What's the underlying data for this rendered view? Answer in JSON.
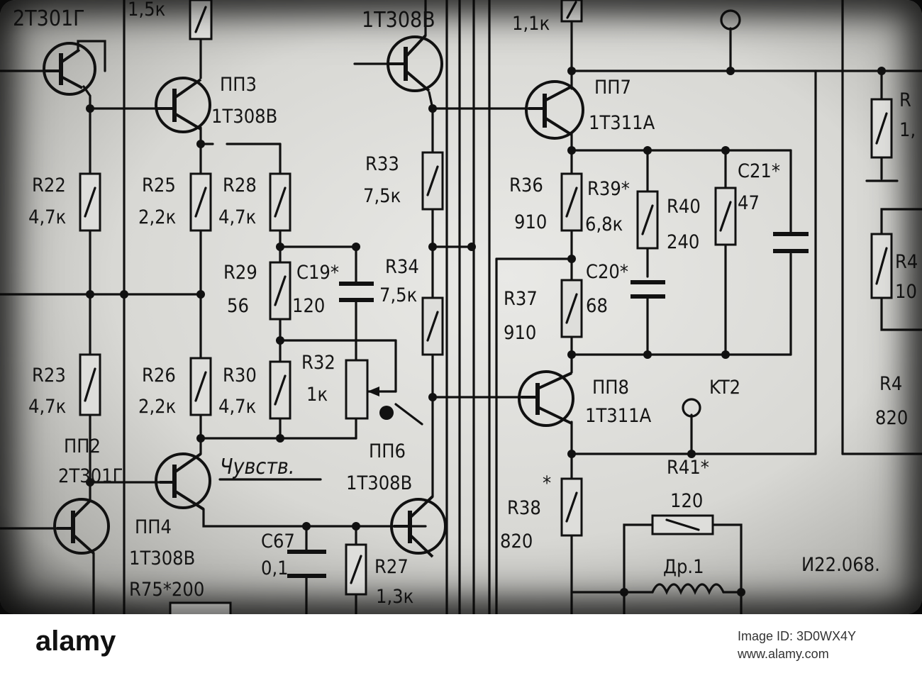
{
  "watermark": {
    "logo": "alamy",
    "image_id": "Image ID: 3D0WX4Y",
    "site": "www.alamy.com"
  },
  "schematic": {
    "labels": {
      "t_2t301g_top": "2T301Г",
      "r_top_1": "1,5к",
      "t_1t308v_top": "1T308B",
      "r_top_2": "1,1к",
      "pp3": "ПП3",
      "pp3_type": "1T308B",
      "pp7": "ПП7",
      "pp7_type": "1T311A",
      "r22": "R22",
      "r22_val": "4,7к",
      "r25": "R25",
      "r25_val": "2,2к",
      "r28": "R28",
      "r28_val": "4,7к",
      "r33": "R33",
      "r33_val": "7,5к",
      "r36": "R36",
      "r36_val": "910",
      "r39": "R39*",
      "r39_val": "6,8к",
      "r40": "R40",
      "r40_val": "240",
      "c21": "C21*",
      "c21_val": "47",
      "r29": "R29",
      "r29_val": "56",
      "c19": "C19*",
      "c19_val": "120",
      "r34": "R34",
      "r34_val": "7,5к",
      "r37": "R37",
      "r37_val": "910",
      "c20": "C20*",
      "c20_val": "68",
      "r23": "R23",
      "r23_val": "4,7к",
      "r26": "R26",
      "r26_val": "2,2к",
      "r30": "R30",
      "r30_val": "4,7к",
      "r32": "R32",
      "r32_val": "1к",
      "pp8": "ПП8",
      "pp8_type": "1T311A",
      "kt2": "KT2",
      "pp2": "ПП2",
      "pp2_type": "2T301Г",
      "chuvstv": "Чувств.",
      "pp6": "ПП6",
      "pp6_type": "1T308B",
      "r41": "R41*",
      "r41_val": "120",
      "r38": "R38",
      "r38_star": "*",
      "r38_val": "820",
      "pp4": "ПП4",
      "pp4_type": "1T308B",
      "c67": "C67",
      "c67_val": "0,1",
      "r27": "R27",
      "r27_val": "1,3к",
      "r75": "R75*200",
      "dr1": "Др.1",
      "doc_code": "И22.068.",
      "r_right_1": "R",
      "r_right_1_val": "1,",
      "r_right_2": "R4",
      "r_right_2_val": "10",
      "r_right_3": "R4",
      "r_right_3_val": "820"
    }
  }
}
